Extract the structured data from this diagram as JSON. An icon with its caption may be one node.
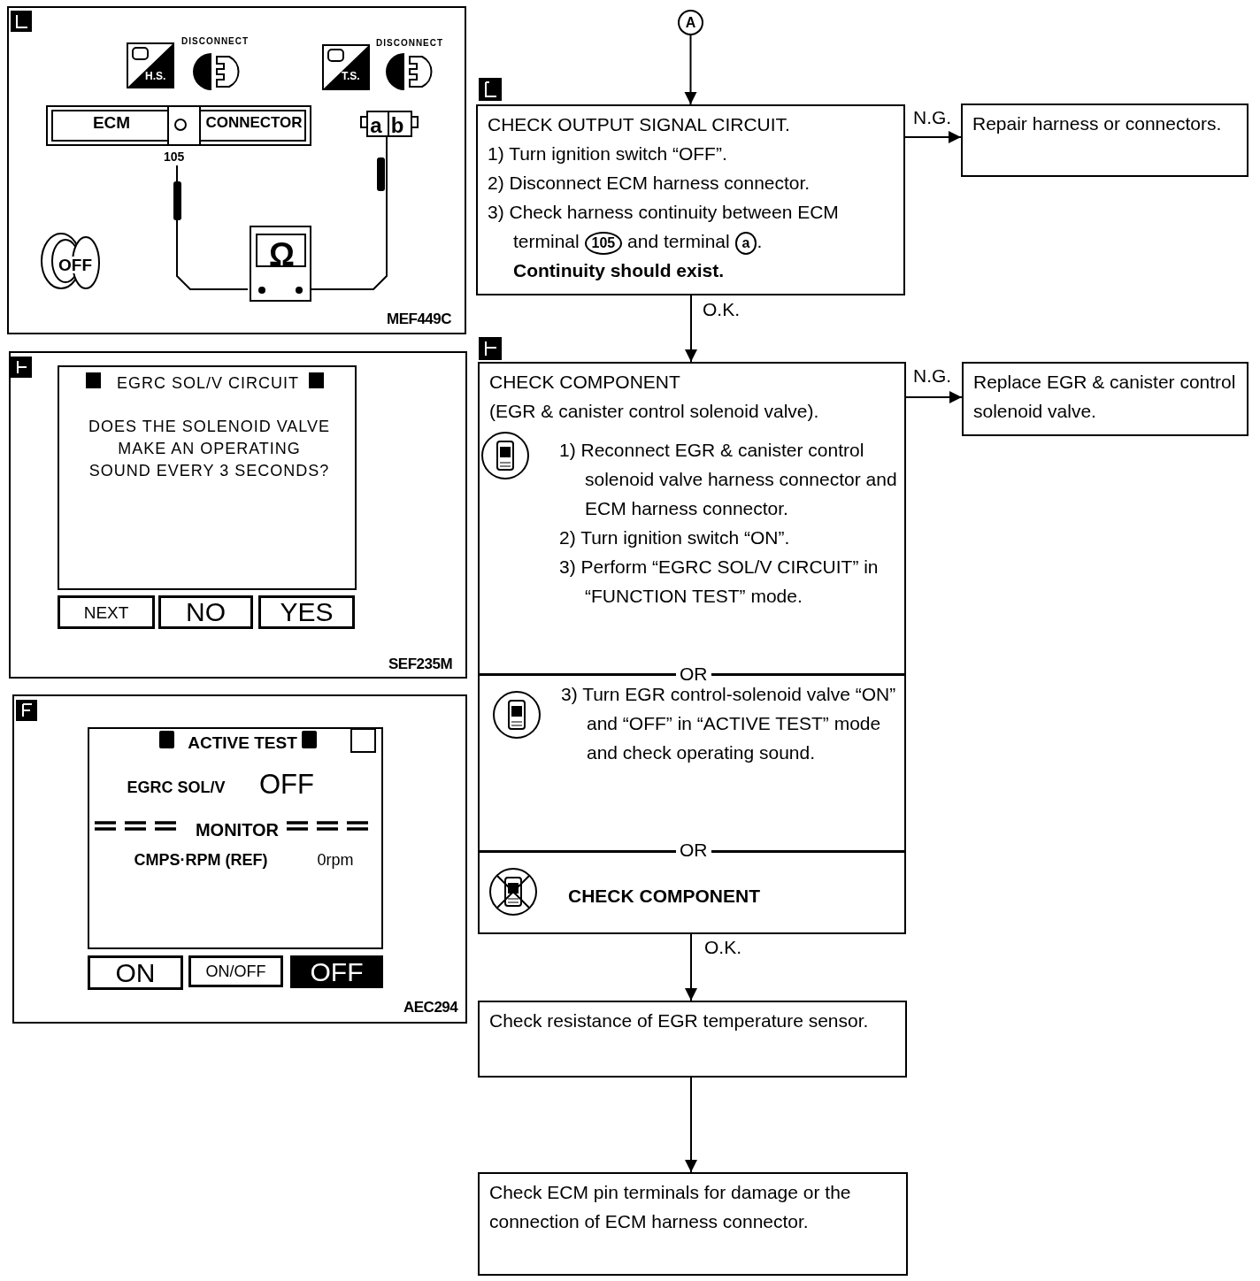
{
  "diagram": {
    "nodes": [
      {
        "text": [
          "A"
        ]
      },
      {
        "text": [
          "CHECK OUTPUT SIGNAL CIRCUIT.",
          "1) Turn ignition switch “OFF”.",
          "2) Disconnect ECM harness connector.",
          "3) Check harness continuity between ECM terminal",
          "105",
          "and terminal",
          "a",
          ".",
          "Continuity should exist."
        ]
      },
      {
        "text": [
          "Repair harness or connectors."
        ]
      },
      {
        "text": [
          "CHECK COMPONENT",
          "(EGR & canister control solenoid valve)."
        ]
      },
      {
        "text": [
          "1) Reconnect EGR & canister control solenoid valve harness connector and ECM harness connector.",
          "2) Turn ignition switch “ON”.",
          "3) Perform “EGRC SOL/V CIRCUIT” in “FUNCTION TEST” mode."
        ],
        "in": 3
      },
      {
        "text": [
          "3) Turn EGR control-solenoid valve “ON” and “OFF” in “ACTIVE TEST” mode and check operating sound."
        ],
        "in": 3
      },
      {
        "text": [
          "CHECK COMPONENT"
        ],
        "in": 3
      },
      {
        "text": [
          "Replace EGR & canister control solenoid valve."
        ]
      },
      {
        "text": [
          "Check resistance of EGR temperature sensor."
        ]
      },
      {
        "text": [
          "Check ECM pin terminals for damage or the connection of ECM harness connector."
        ]
      },
      {
        "text": [
          "MEF449C"
        ]
      },
      {
        "text": [
          "ECM",
          "CONNECTOR"
        ],
        "beside": [
          "105"
        ],
        "in": 10
      },
      {
        "text": [
          "Ω"
        ],
        "in": 10
      },
      {
        "text": [
          "a",
          "b"
        ],
        "in": 10
      },
      {
        "text": [
          "SEF235M"
        ]
      },
      {
        "text": [
          "EGRC SOL/V CIRCUIT",
          "DOES THE SOLENOID VALVE MAKE AN OPERATING SOUND EVERY 3 SECONDS?"
        ],
        "in": 14
      },
      {
        "text": [
          "NEXT"
        ],
        "in": 14
      },
      {
        "text": [
          "NO"
        ],
        "in": 14
      },
      {
        "text": [
          "YES"
        ],
        "in": 14
      },
      {
        "text": [
          "AEC294"
        ]
      },
      {
        "text": [
          "ACTIVE TEST",
          "EGRC SOL/V",
          "OFF",
          "MONITOR",
          "CMPS·RPM (REF)",
          "0rpm"
        ],
        "in": 19
      },
      {
        "text": [
          "ON"
        ],
        "in": 19
      },
      {
        "text": [
          "ON/OFF"
        ],
        "in": 19
      },
      {
        "text": [
          "OFF"
        ],
        "in": 19
      }
    ],
    "edges": [
      {
        "from": 0,
        "to": 1,
        "arrow": "to"
      },
      {
        "from": 1,
        "to": 2,
        "arrow": "to",
        "label": "N.G."
      },
      {
        "from": 1,
        "to": 3,
        "arrow": "to",
        "label": "O.K."
      },
      {
        "from": 3,
        "to": 7,
        "arrow": "to",
        "label": "N.G."
      },
      {
        "from": 3,
        "to": 8,
        "arrow": "to",
        "label": "O.K."
      },
      {
        "from": 8,
        "to": 9,
        "arrow": "to"
      },
      {
        "from": 11,
        "to": 12,
        "arrow": "none"
      },
      {
        "from": 13,
        "to": 12,
        "arrow": "none"
      }
    ],
    "labels": [
      "H.S.",
      "DISCONNECT",
      "T.S.",
      "DISCONNECT",
      "OFF",
      "OR",
      "OR"
    ]
  }
}
